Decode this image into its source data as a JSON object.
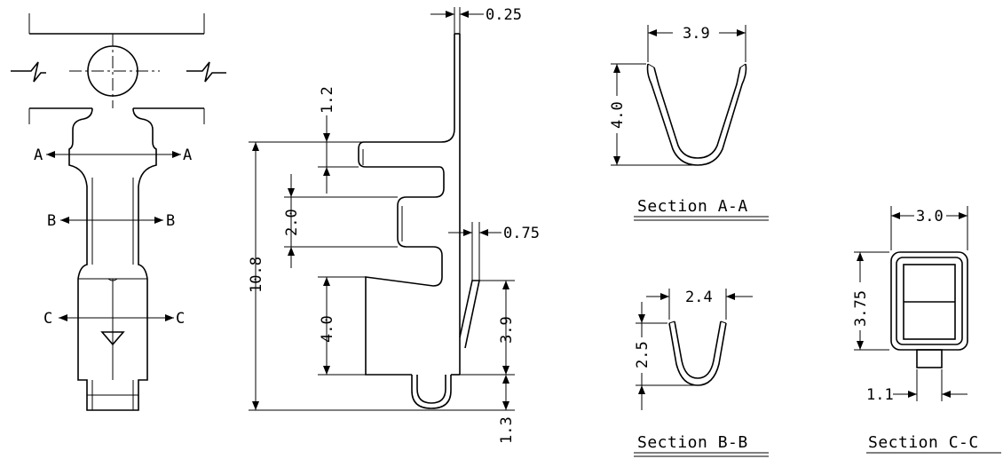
{
  "dimensions": {
    "thickness": "0.25",
    "top_step": "1.2",
    "mid_step": "2.0",
    "total_height": "10.8",
    "lower_height": "4.0",
    "lance_offset": "0.75",
    "lance_height": "3.9",
    "bottom": "1.3",
    "sec_a_width": "3.9",
    "sec_a_height": "4.0",
    "sec_b_width": "2.4",
    "sec_b_height": "2.5",
    "sec_c_width": "3.0",
    "sec_c_height": "3.75",
    "sec_c_pin": "1.1"
  },
  "section_marks": {
    "a_left": "A",
    "a_right": "A",
    "b_left": "B",
    "b_right": "B",
    "c_left": "C",
    "c_right": "C"
  },
  "captions": {
    "section_a": "Section A-A",
    "section_b": "Section B-B",
    "section_c": "Section C-C"
  }
}
